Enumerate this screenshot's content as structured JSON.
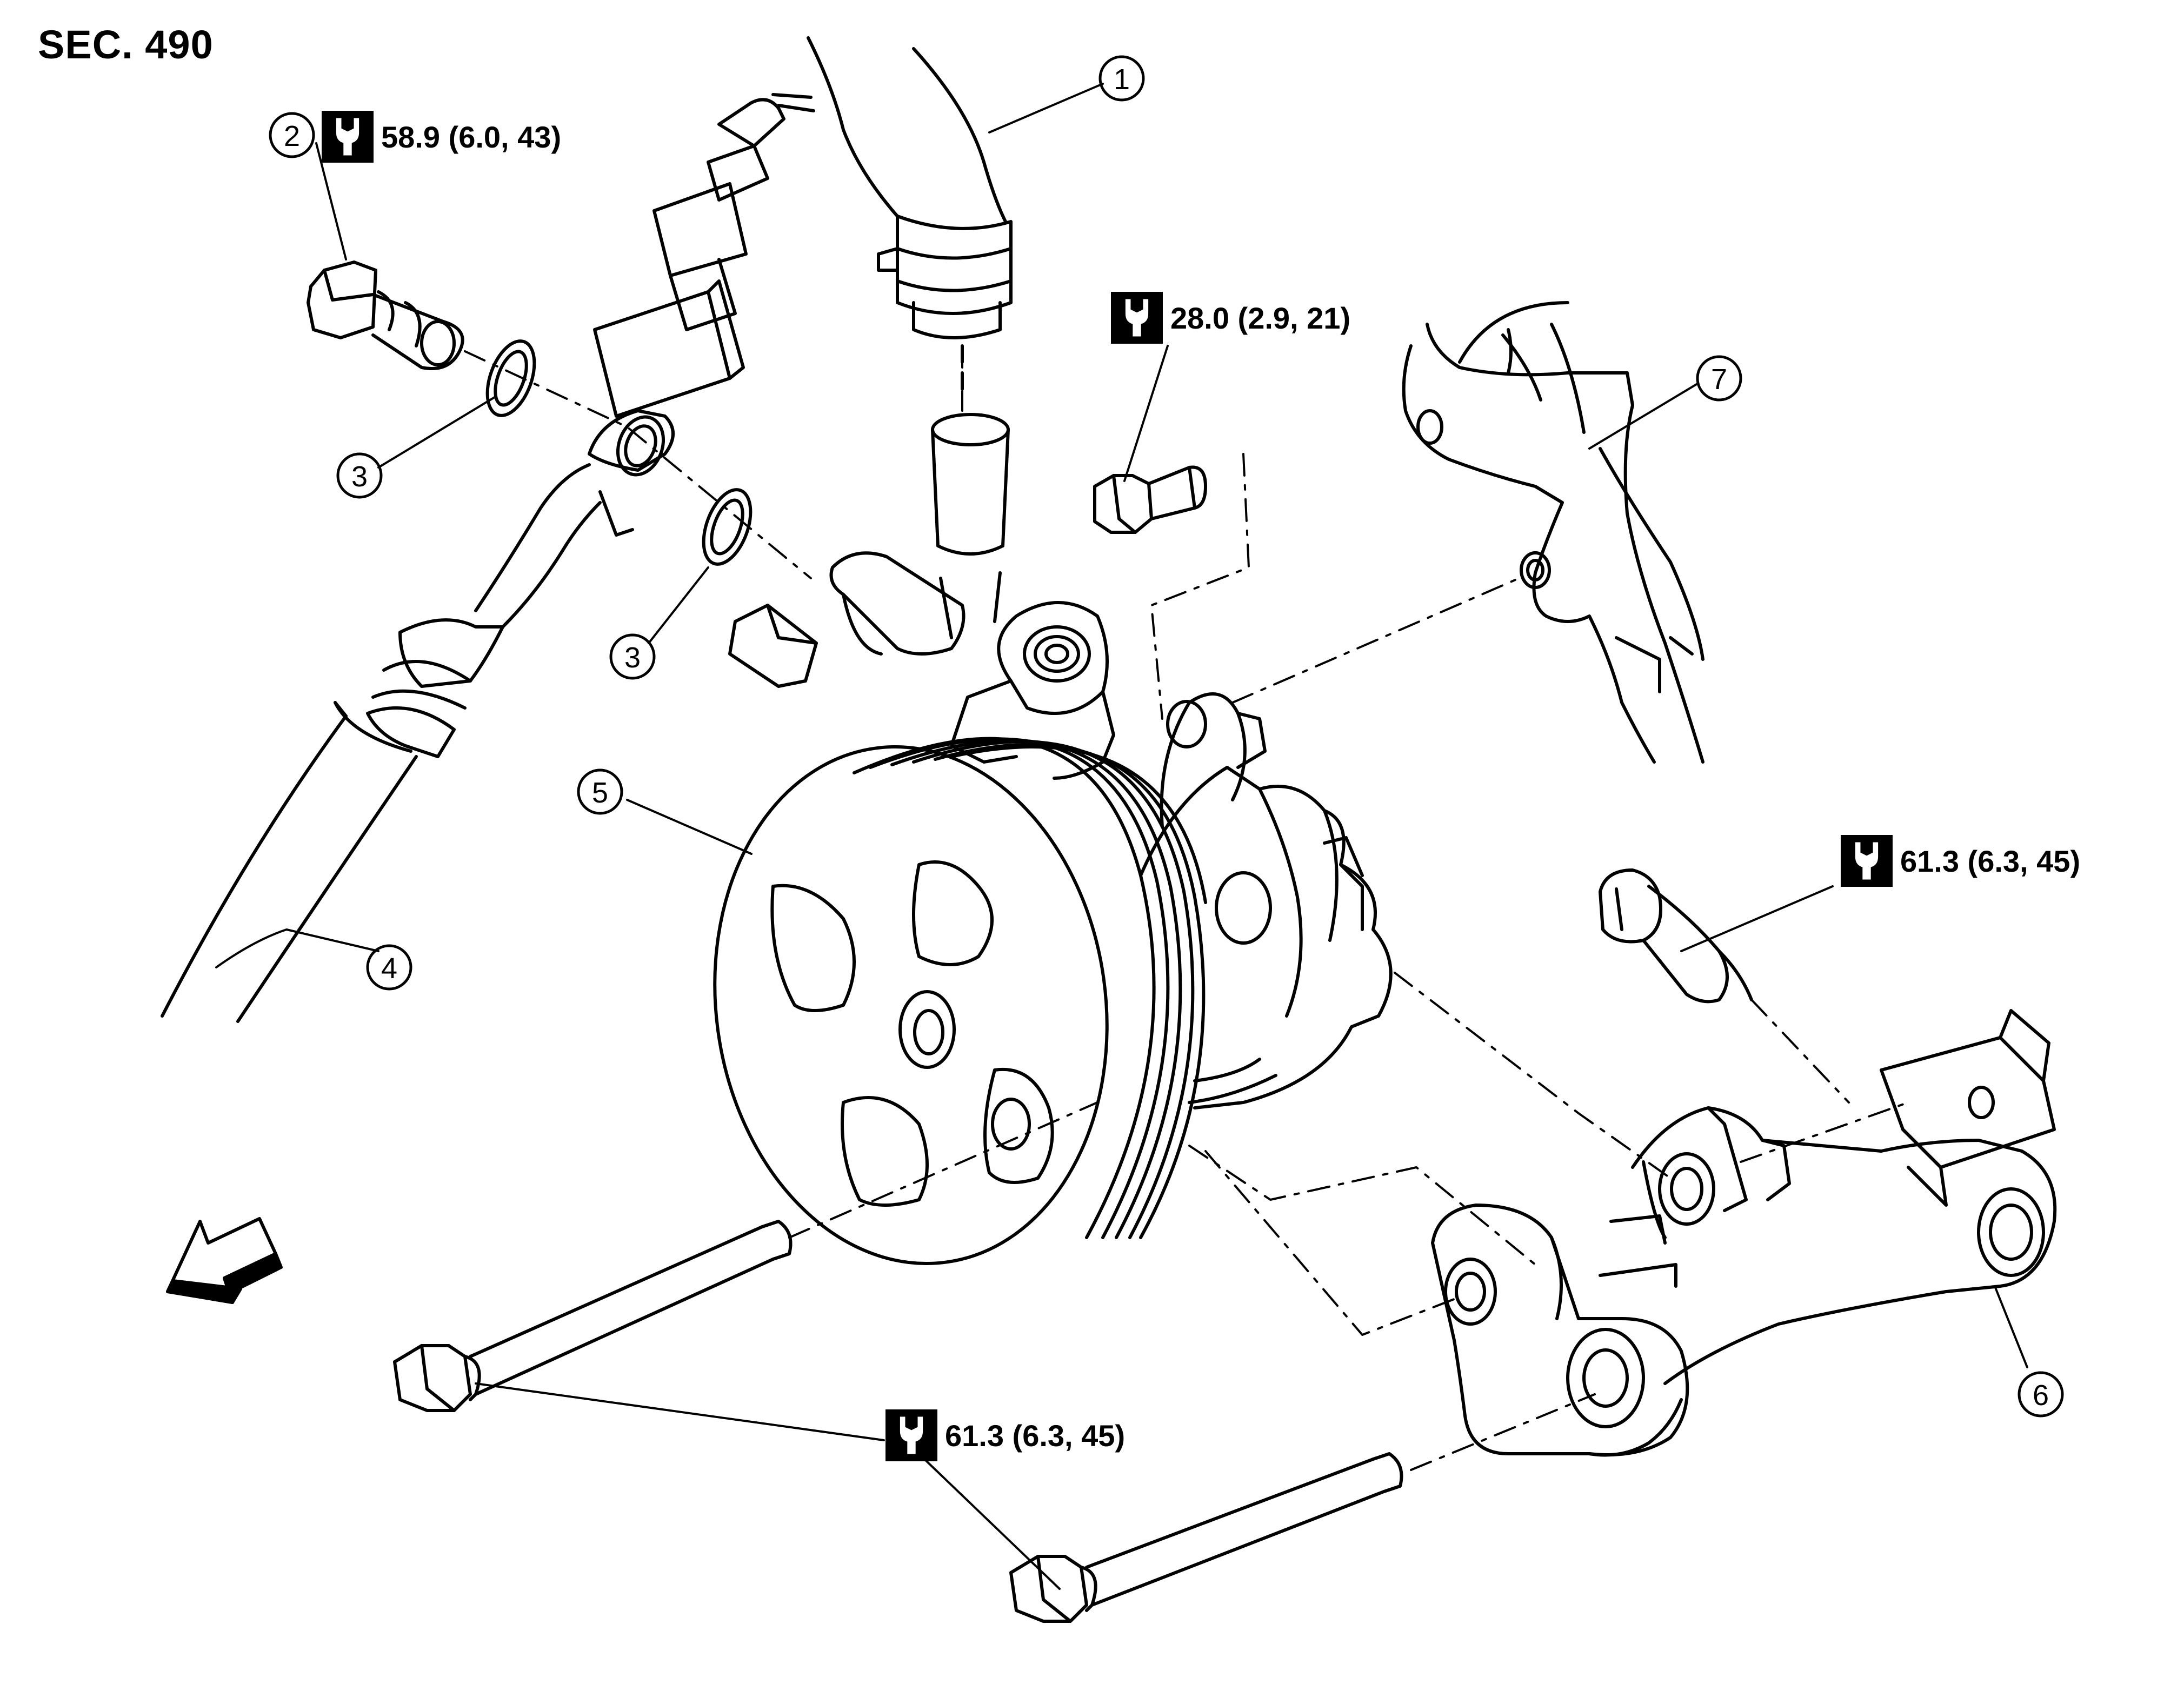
{
  "section": {
    "title": "SEC. 490"
  },
  "callouts": [
    {
      "id": "callout-1",
      "label": "1"
    },
    {
      "id": "callout-2",
      "label": "2"
    },
    {
      "id": "callout-3a",
      "label": "3"
    },
    {
      "id": "callout-3b",
      "label": "3"
    },
    {
      "id": "callout-4",
      "label": "4"
    },
    {
      "id": "callout-5",
      "label": "5"
    },
    {
      "id": "callout-6",
      "label": "6"
    },
    {
      "id": "callout-7",
      "label": "7"
    }
  ],
  "torque_specs": [
    {
      "id": "torque-eye-bolt",
      "value": "58.9 (6.0, 43)"
    },
    {
      "id": "torque-upper-bolt",
      "value": "28.0 (2.9, 21)"
    },
    {
      "id": "torque-bracket-bolt",
      "value": "61.3 (6.3, 45)"
    },
    {
      "id": "torque-long-bolts",
      "value": "61.3 (6.3, 45)"
    }
  ],
  "icons": {
    "torque": "wrench-torque-icon",
    "front": "front-direction-arrow-icon"
  },
  "colors": {
    "line": "#000000",
    "background": "#ffffff"
  }
}
